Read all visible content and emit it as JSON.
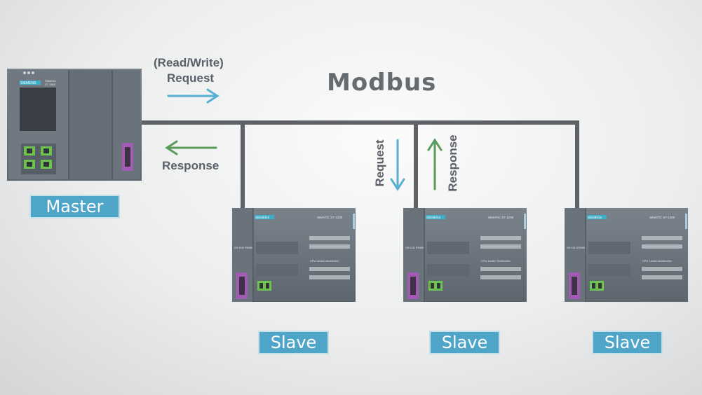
{
  "title": "Modbus",
  "master": {
    "badge": "Master",
    "brand": "SIEMENS",
    "model_line1": "SIMATIC",
    "model_line2": "S7-1500"
  },
  "arrows": {
    "top_request_line1": "(Read/Write)",
    "top_request_line2": "Request",
    "top_response": "Response",
    "vertical_request": "Request",
    "vertical_response": "Response"
  },
  "slaves": [
    {
      "badge": "Slave",
      "brand": "SIEMENS",
      "model": "SIMATIC S7-1200",
      "module": "CM 1241 RS485",
      "cpu": "CPU 1212C DC/DC/DC"
    },
    {
      "badge": "Slave",
      "brand": "SIEMENS",
      "model": "SIMATIC S7-1200",
      "module": "CM 1241 RS485",
      "cpu": "CPU 1215C DC/DC/DC"
    },
    {
      "badge": "Slave",
      "brand": "SIEMENS",
      "model": "SIMATIC S7-1200",
      "module": "CM 1241 RS485",
      "cpu": "CPU 1215C DC/DC/DC"
    }
  ],
  "colors": {
    "bus": "#5e6166",
    "request_arrow": "#58afd0",
    "response_arrow": "#5a9a5a",
    "badge": "#4ea5c7",
    "plc_body": "#6b737c",
    "port_green": "#6ec34e",
    "port_purple": "#a25bb3"
  }
}
